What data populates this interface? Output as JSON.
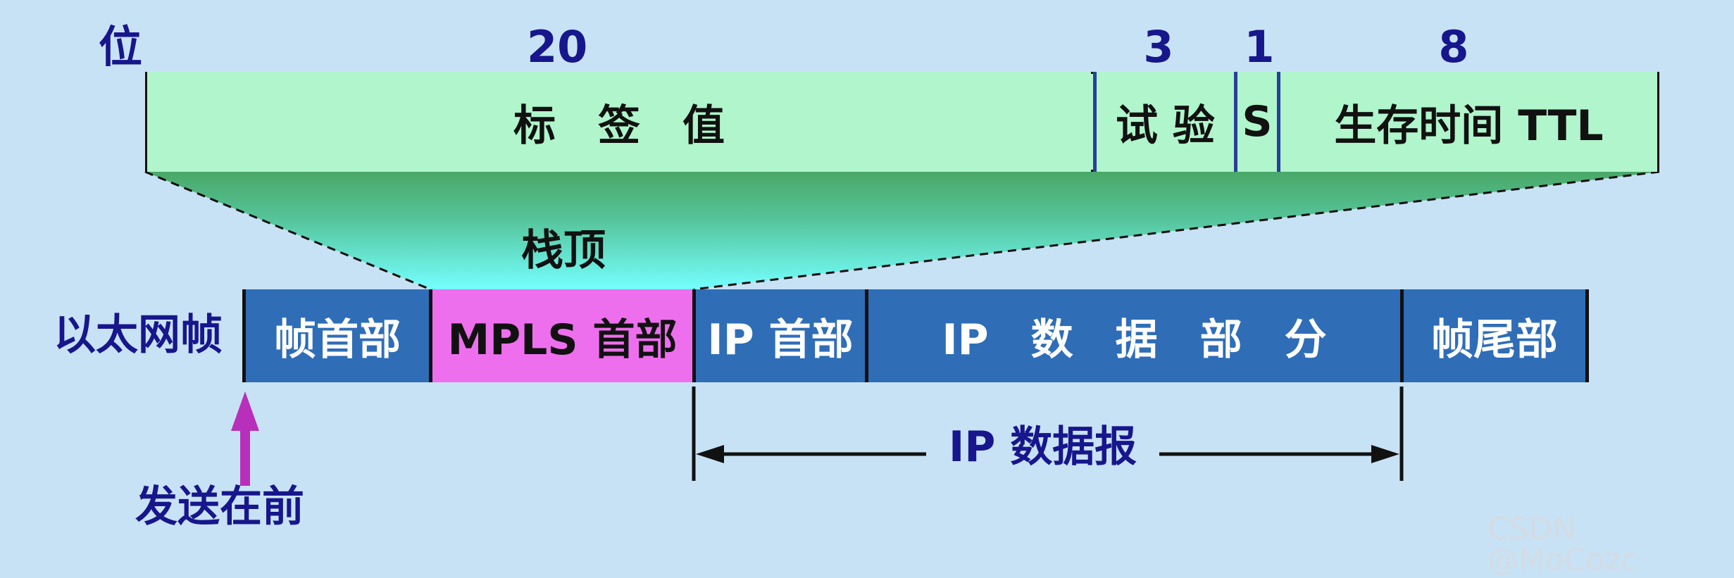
{
  "bit_label": "位",
  "bit_widths": {
    "label": "20",
    "experimental": "3",
    "s": "1",
    "ttl": "8"
  },
  "mpls_fields": {
    "label": "标　签　值",
    "experimental": "试 验",
    "s": "S",
    "ttl": "生存时间 TTL"
  },
  "stack_top": "栈顶",
  "frame_label": "以太网帧",
  "frame_fields": {
    "frame_header": "帧首部",
    "mpls_header": "MPLS 首部",
    "ip_header": "IP 首部",
    "ip_data": "IP　数　据　部　分",
    "frame_trailer": "帧尾部"
  },
  "ip_datagram": "IP 数据报",
  "send_first": "发送在前",
  "watermark": "CSDN @MoCozc",
  "colors": {
    "background": "#c8e2f5",
    "mpls_fields": "#b0f5cb",
    "frame_fields": "#2f6db7",
    "mpls_header": "#ee6fee",
    "dark_blue_text": "#17168c",
    "arrow_purple": "#b82fbc"
  }
}
